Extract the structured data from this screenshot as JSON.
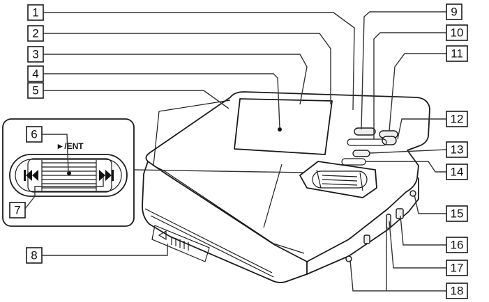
{
  "callouts": [
    {
      "id": "1",
      "label": "1"
    },
    {
      "id": "2",
      "label": "2"
    },
    {
      "id": "3",
      "label": "3"
    },
    {
      "id": "4",
      "label": "4"
    },
    {
      "id": "5",
      "label": "5"
    },
    {
      "id": "6",
      "label": "6"
    },
    {
      "id": "7",
      "label": "7"
    },
    {
      "id": "8",
      "label": "8"
    },
    {
      "id": "9",
      "label": "9"
    },
    {
      "id": "10",
      "label": "10"
    },
    {
      "id": "11",
      "label": "11"
    },
    {
      "id": "12",
      "label": "12"
    },
    {
      "id": "13",
      "label": "13"
    },
    {
      "id": "14",
      "label": "14"
    },
    {
      "id": "15",
      "label": "15"
    },
    {
      "id": "16",
      "label": "16"
    },
    {
      "id": "17",
      "label": "17"
    },
    {
      "id": "18",
      "label": "18"
    }
  ],
  "detail": {
    "play_enter_label": "►/ENT"
  }
}
